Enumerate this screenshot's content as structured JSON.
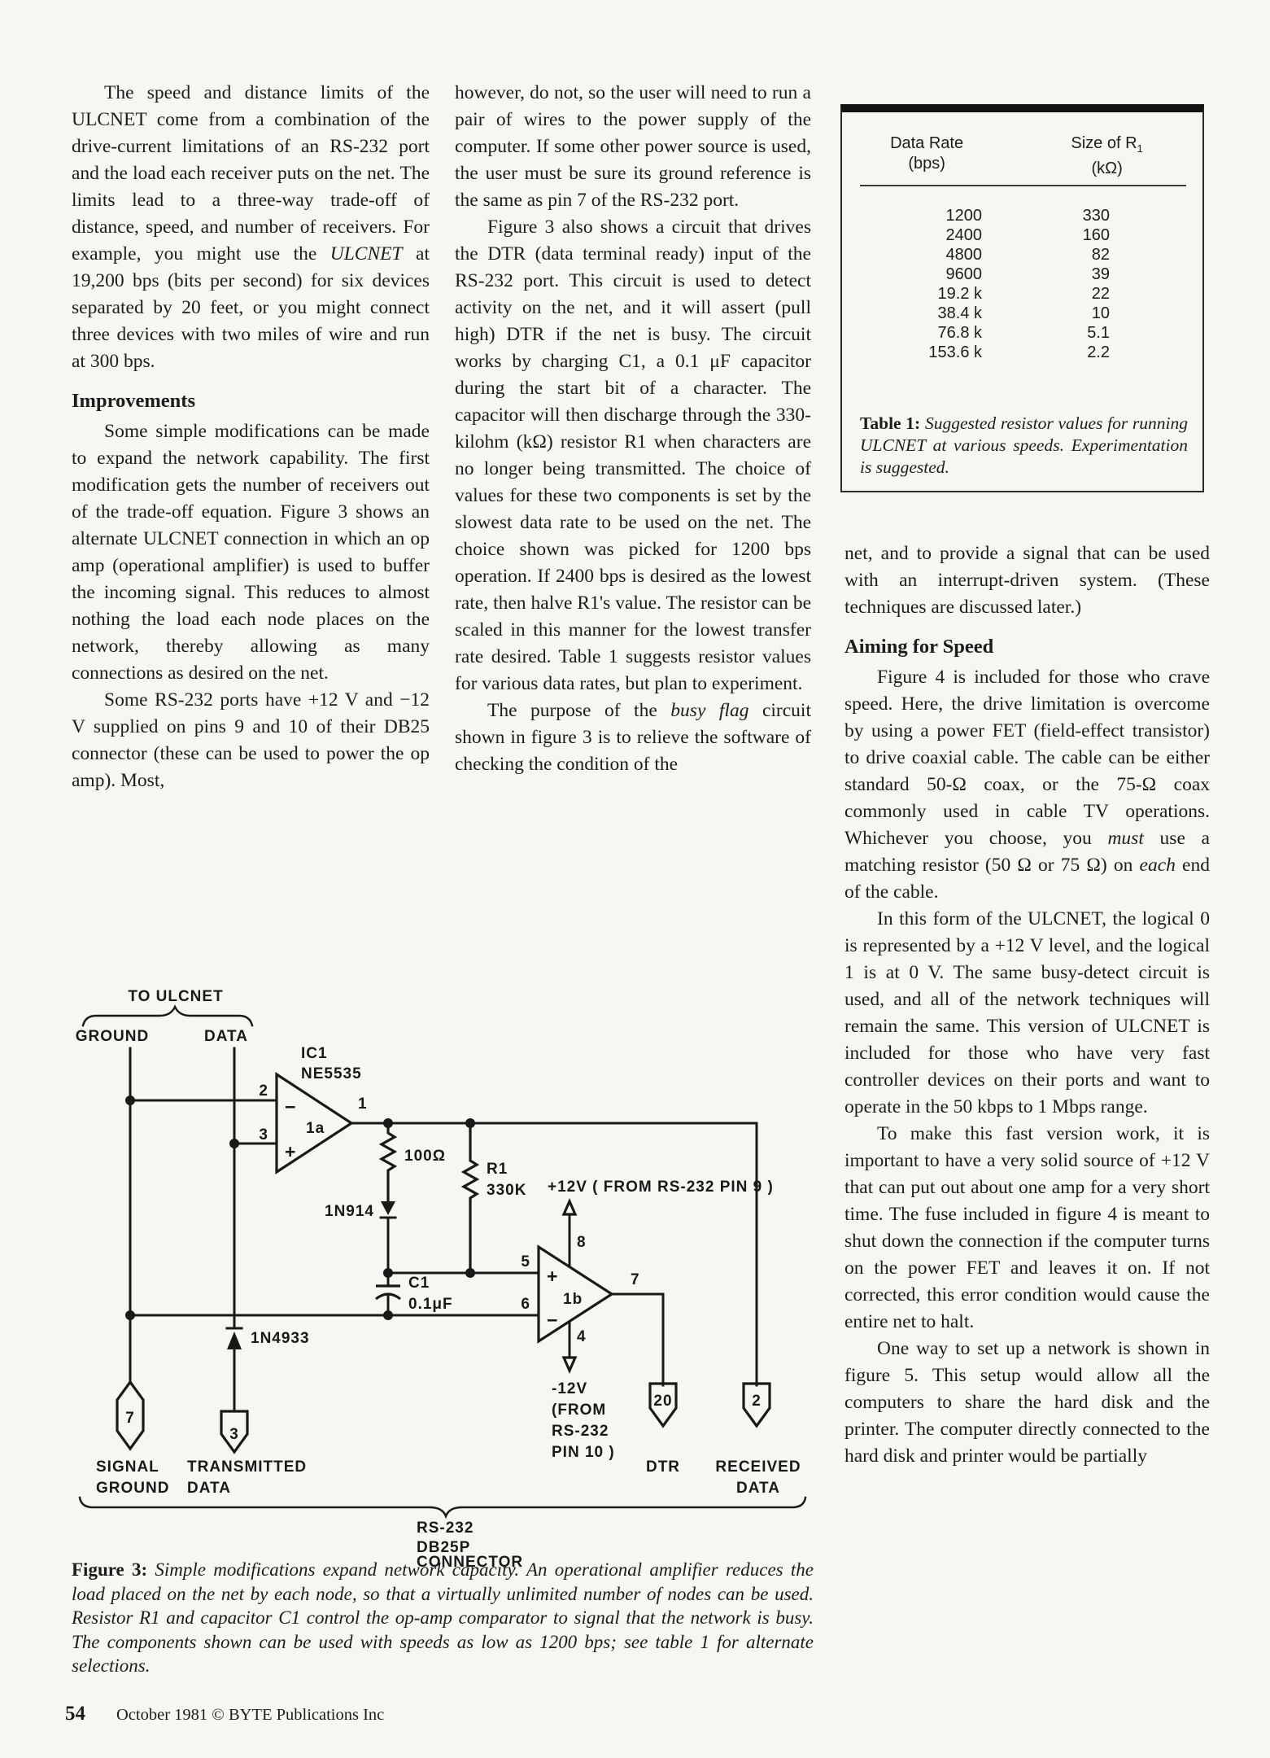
{
  "columns": {
    "left": {
      "p1": [
        {
          "t": "The speed and distance limits of the ULCNET come from a combination of the drive-current limitations of an RS-232 port and the load each receiver puts on the net. The limits lead to a three-way trade-off of distance, speed, and number of receivers. For example, you might use the "
        },
        {
          "t": "ULCNET",
          "i": true
        },
        {
          "t": " at 19,200 bps (bits per second) for six devices separated by 20 feet, or you might connect three devices with two miles of wire and run at 300 bps."
        }
      ],
      "h1": "Improvements",
      "p2": [
        {
          "t": "Some simple modifications can be made to expand the network capability. The first modification gets the number of receivers out of the trade-off equation. Figure 3 shows an alternate ULCNET connection in which an op amp (operational amplifier) is used to buffer the incoming signal. This reduces to almost nothing the load each node places on the network, thereby allowing as many connections as desired on the net."
        }
      ],
      "p3": [
        {
          "t": "Some RS-232 ports have +12 V and −12 V supplied on pins 9 and 10 of their DB25 connector (these can be used to power the op amp). Most,"
        }
      ]
    },
    "mid": {
      "p1": [
        {
          "t": "however, do not, so the user will need to run a pair of wires to the power supply of the computer. If some other power source is used, the user must be sure its ground reference is the same as pin 7 of the RS-232 port."
        }
      ],
      "p2": [
        {
          "t": "Figure 3 also shows a circuit that drives the DTR (data terminal ready) input of the RS-232 port. This circuit is used to detect activity on the net, and it will assert (pull high) DTR if the net is busy. The circuit works by charging C1, a 0.1 μF capacitor during the start bit of a character. The capacitor will then discharge through the 330-kilohm (kΩ) resistor R1 when characters are no longer being transmitted. The choice of values for these two components is set by the slowest data rate to be used on the net. The choice shown was picked for 1200 bps operation. If 2400 bps is desired as the lowest rate, then halve R1's value. The resistor can be scaled in this manner for the lowest transfer rate desired. Table 1 suggests resistor values for various data rates, but plan to experiment."
        }
      ],
      "p3": [
        {
          "t": "The purpose of the "
        },
        {
          "t": "busy flag",
          "i": true
        },
        {
          "t": " circuit shown in figure 3 is to relieve the software of checking the condition of the"
        }
      ]
    },
    "right": {
      "p1": [
        {
          "t": "net, and to provide a signal that can be used with an interrupt-driven system. (These techniques are discussed later.)"
        }
      ],
      "h1": "Aiming for Speed",
      "p2": [
        {
          "t": "Figure 4 is included for those who crave speed. Here, the drive limitation is overcome by using a power FET (field-effect transistor) to drive coaxial cable. The cable can be either standard 50-Ω coax, or the 75-Ω coax commonly used in cable TV operations. Whichever you choose, you "
        },
        {
          "t": "must",
          "i": true
        },
        {
          "t": " use a matching resistor (50 Ω or 75 Ω) on "
        },
        {
          "t": "each",
          "i": true
        },
        {
          "t": " end of the cable."
        }
      ],
      "p3": [
        {
          "t": "In this form of the ULCNET, the logical 0 is represented by a +12 V level, and the logical 1 is at 0 V. The same busy-detect circuit is used, and all of the network techniques will remain the same. This version of ULCNET is included for those who have very fast controller devices on their ports and want to operate in the 50 kbps to 1 Mbps range."
        }
      ],
      "p4": [
        {
          "t": "To make this fast version work, it is important to have a very solid source of +12 V that can put out about one amp for a very short time. The fuse included in figure 4 is meant to shut down the connection if the computer turns on the power FET and leaves it on. If not corrected, this error condition would cause the entire net to halt."
        }
      ],
      "p5": [
        {
          "t": "One way to set up a network is shown in figure 5. This setup would allow all the computers to share the hard disk and the printer. The computer directly connected to the hard disk and printer would be partially"
        }
      ]
    }
  },
  "table1": {
    "headers": {
      "c1a": "Data Rate",
      "c1b": "(bps)",
      "c2a": "Size of R",
      "c2sub": "1",
      "c2b": "(kΩ)"
    },
    "rows": [
      [
        "1200",
        "330"
      ],
      [
        "2400",
        "160"
      ],
      [
        "4800",
        "82"
      ],
      [
        "9600",
        "39"
      ],
      [
        "19.2 k",
        "22"
      ],
      [
        "38.4 k",
        "10"
      ],
      [
        "76.8 k",
        "5.1"
      ],
      [
        "153.6 k",
        "2.2"
      ]
    ],
    "caption": [
      {
        "t": "Table 1: ",
        "b": true
      },
      {
        "t": "Suggested resistor values for running ULCNET at various speeds. Experimentation is suggested.",
        "i": true
      }
    ]
  },
  "figure3": {
    "to_ulcnet": "TO ULCNET",
    "ground": "GROUND",
    "data": "DATA",
    "ic1": "IC1",
    "ic1_part": "NE5535",
    "amp_a": "1a",
    "amp_b": "1b",
    "plus": "+",
    "minus": "−",
    "pin1": "1",
    "pin2": "2",
    "pin3": "3",
    "pin4": "4",
    "pin5": "5",
    "pin6": "6",
    "pin7": "7",
    "pin8": "8",
    "r100": "100Ω",
    "d914": "1N914",
    "r1_name": "R1",
    "r1_value": "330K",
    "c1_name": "C1",
    "c1_value": "0.1μF",
    "v_plus": "+12V ( FROM RS-232 PIN 9 )",
    "v_minus_1": "-12V",
    "v_minus_2": "(FROM",
    "v_minus_3": "RS-232",
    "v_minus_4": "PIN 10 )",
    "d4933": "1N4933",
    "conn7": "7",
    "conn3": "3",
    "conn20": "20",
    "conn2": "2",
    "lbl_signal_1": "SIGNAL",
    "lbl_signal_2": "GROUND",
    "lbl_td_1": "TRANSMITTED",
    "lbl_td_2": "DATA",
    "lbl_dtr": "DTR",
    "lbl_rd_1": "RECEIVED",
    "lbl_rd_2": "DATA",
    "conn_lbl_1": "RS-232",
    "conn_lbl_2": "DB25P",
    "conn_lbl_3": "CONNECTOR",
    "caption": [
      {
        "t": "Figure 3: ",
        "b": true
      },
      {
        "t": "Simple modifications expand network capacity. An operational amplifier reduces the load placed on the net by each node, so that a virtually unlimited number of nodes can be used. Resistor R1 and capacitor C1 control the op-amp comparator to signal that the network is busy. The components shown can be used with speeds as low as 1200 bps; see table 1 for alternate selections.",
        "i": true
      }
    ]
  },
  "footer": {
    "page_number": "54",
    "credit": "October 1981 © BYTE Publications Inc"
  }
}
